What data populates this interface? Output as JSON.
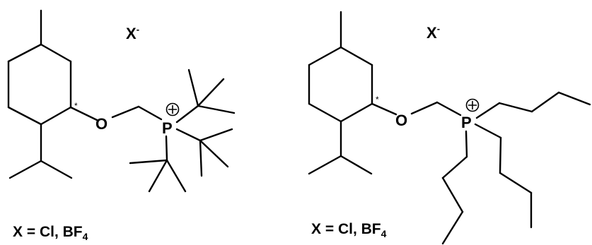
{
  "structures": [
    {
      "counterion": {
        "symbol": "X",
        "charge": "-"
      },
      "atoms": {
        "oxygen": "O",
        "phosphorus": "P"
      },
      "stereo_mark": "*",
      "caption": {
        "prefix": "X = Cl, BF",
        "subscript": "4"
      }
    },
    {
      "counterion": {
        "symbol": "X",
        "charge": "-"
      },
      "atoms": {
        "oxygen": "O",
        "phosphorus": "P"
      },
      "stereo_mark": "*",
      "caption": {
        "prefix": "X = Cl, BF",
        "subscript": "4"
      }
    }
  ]
}
